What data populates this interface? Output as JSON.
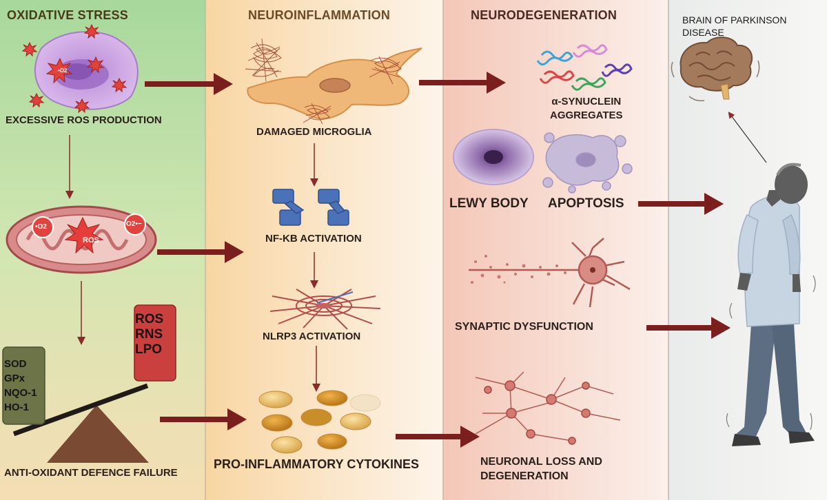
{
  "panels": {
    "oxidative_stress": {
      "title": "OXIDATIVE STRESS",
      "excessive_ros": "EXCESSIVE ROS PRODUCTION",
      "mito_ros": "ROS",
      "mito_o2_left": "•O2",
      "mito_o2_right": "O2•−",
      "cell_o2": "•O2",
      "ros_box": [
        "ROS",
        "RNS",
        "LPO"
      ],
      "antioxidant_box": [
        "SOD",
        "GPx",
        "NQO-1",
        "HO-1"
      ],
      "antioxidant_failure": "ANTI-OXIDANT DEFENCE FAILURE"
    },
    "neuroinflammation": {
      "title": "NEUROINFLAMMATION",
      "damaged_microglia": "DAMAGED MICROGLIA",
      "nfkb": "NF-KB ACTIVATION",
      "nlrp3": "NLRP3 ACTIVATION",
      "cytokines": "PRO-INFLAMMATORY CYTOKINES"
    },
    "neurodegeneration": {
      "title": "NEURODEGENERATION",
      "synuclein_line1": "α-SYNUCLEIN",
      "synuclein_line2": "AGGREGATES",
      "lewy_body": "LEWY BODY",
      "apoptosis": "APOPTOSIS",
      "synaptic": "SYNAPTIC DYSFUNCTION",
      "neuronal_loss_line1": "NEURONAL LOSS AND",
      "neuronal_loss_line2": "DEGENERATION"
    },
    "brain": {
      "title_line1": "BRAIN OF PARKINSON",
      "title_line2": "DISEASE"
    }
  },
  "colors": {
    "arrow": "#7a1e1e",
    "thin_arrow": "#8a2a2a",
    "ros_box": "#c9403f",
    "antioxidant_box": "#6d7548",
    "triangle": "#7a4a32"
  }
}
